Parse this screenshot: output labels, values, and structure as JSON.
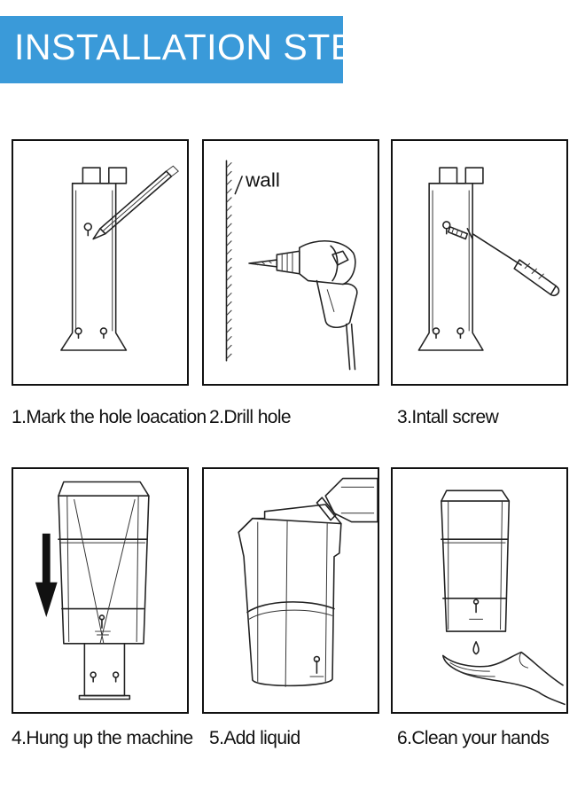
{
  "banner": {
    "title": "INSTALLATION STEPS",
    "color": "#3a9ad9",
    "text_color": "#ffffff"
  },
  "steps": [
    {
      "caption": "1.Mark the hole loacation",
      "icon": "pencil-marking-bracket"
    },
    {
      "caption": "2.Drill hole",
      "icon": "drill-wall",
      "label": "wall"
    },
    {
      "caption": "3.Intall screw",
      "icon": "screwdriver-bracket"
    },
    {
      "caption": "4.Hung up the machine",
      "icon": "down-arrow-dispenser"
    },
    {
      "caption": "5.Add liquid",
      "icon": "bottle-pouring"
    },
    {
      "caption": "6.Clean your hands",
      "icon": "hand-under-dispenser"
    }
  ]
}
